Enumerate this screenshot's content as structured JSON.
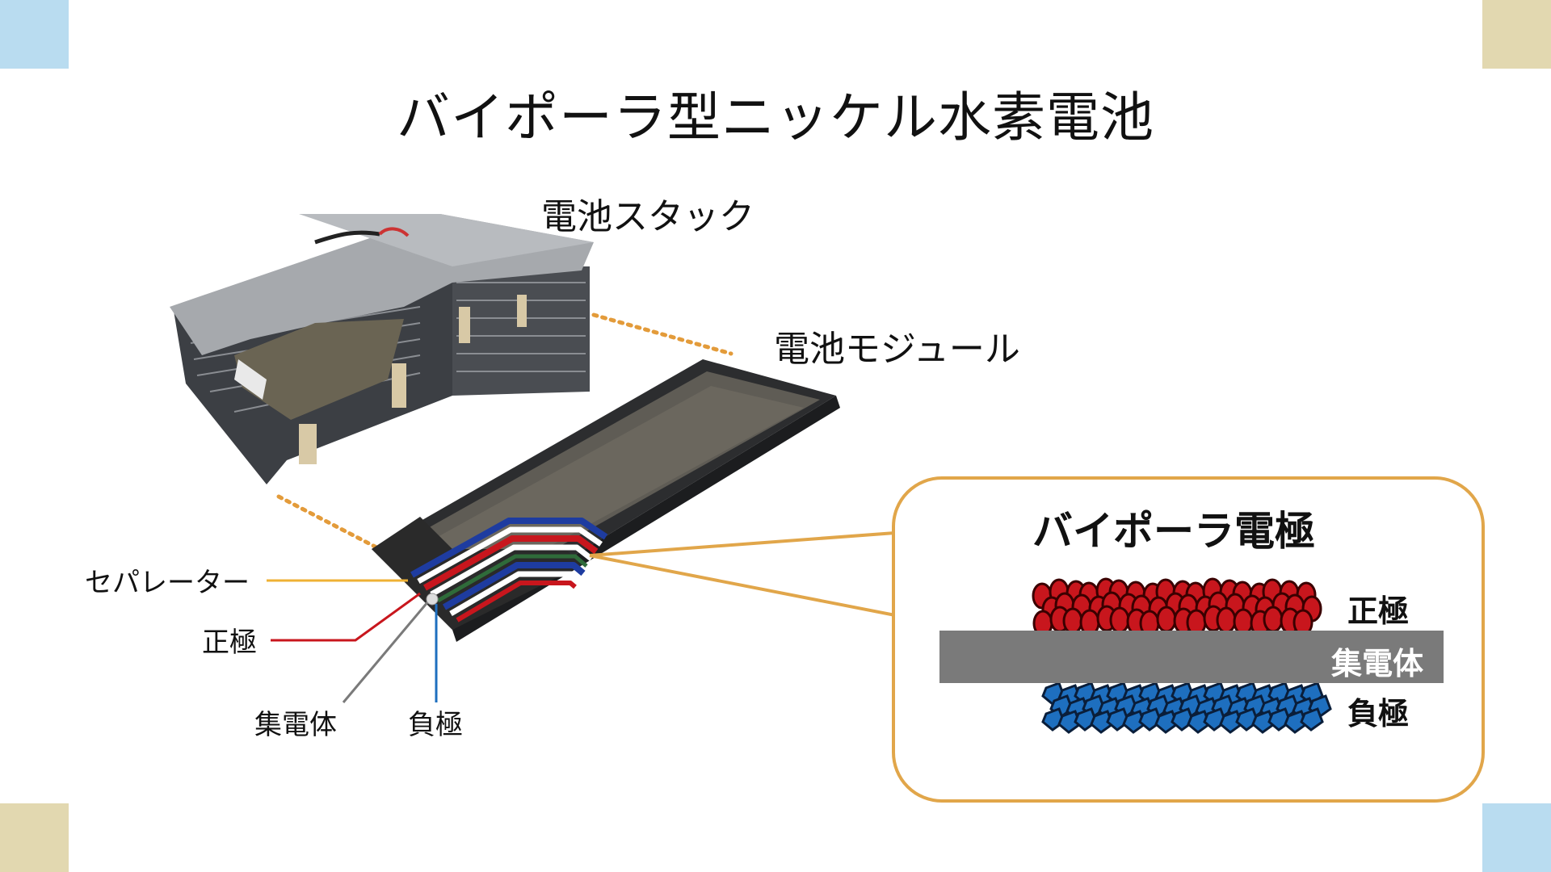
{
  "slide": {
    "title": "バイポーラ型ニッケル水素電池",
    "colors": {
      "corner_blue": "#b9dcf0",
      "corner_tan": "#e2d8b0",
      "callout_border": "#e1a64a",
      "positive": "#c8161d",
      "negative": "#1e6fbf",
      "collector": "#7a7a7a",
      "separator_line": "#efb134"
    }
  },
  "diagram": {
    "stack_label": "電池スタック",
    "module_label": "電池モジュール",
    "legend": {
      "separator": "セパレーター",
      "positive": "正極",
      "collector": "集電体",
      "negative": "負極"
    },
    "callout": {
      "title": "バイポーラ電極",
      "positive_label": "正極",
      "collector_label": "集電体",
      "negative_label": "負極"
    }
  }
}
